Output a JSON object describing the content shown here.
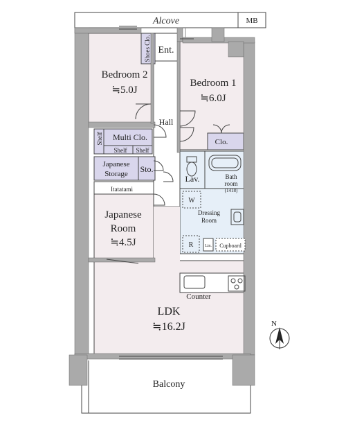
{
  "labels": {
    "alcove": "Alcove",
    "mb": "MB",
    "shoes_closet": "Shoes Clo.",
    "entrance": "Ent.",
    "bedroom2_name": "Bedroom 2",
    "bedroom2_size": "≒5.0J",
    "bedroom1_name": "Bedroom 1",
    "bedroom1_size": "≒6.0J",
    "hall": "Hall",
    "multi_closet": "Multi Clo.",
    "shelf_vertical": "Shelf",
    "shelf_a": "Shelf",
    "shelf_b": "Shelf",
    "closet": "Clo.",
    "japanese_storage_1": "Japanese",
    "japanese_storage_2": "Storage",
    "storage": "Sto.",
    "lavatory": "Lav.",
    "bathroom_1": "Bath",
    "bathroom_2": "room",
    "bathroom_3": "(1418)",
    "itatatami": "Itatatami",
    "washer": "W",
    "dressing_1": "Dressing",
    "dressing_2": "Room",
    "japanese_room_1": "Japanese",
    "japanese_room_2": "Room",
    "japanese_room_size": "≒4.5J",
    "refrigerator": "R",
    "linen": "Lin.",
    "cupboard": "Cupboard",
    "counter": "Counter",
    "ldk_name": "LDK",
    "ldk_size": "≒16.2J",
    "north": "N",
    "balcony": "Balcony"
  },
  "colors": {
    "wall": "#aaaaaa",
    "room_pink": "#f3ecee",
    "hall_white": "#ffffff",
    "storage_lilac": "#d9d6ec",
    "wet_blue": "#e6eff8",
    "line": "#444444"
  }
}
